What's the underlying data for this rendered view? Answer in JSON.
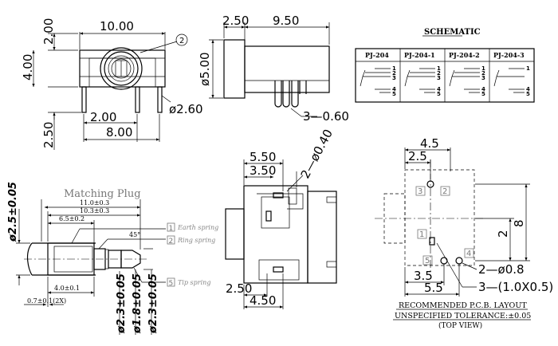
{
  "front_view": {
    "dims": {
      "width_top": "10.00",
      "height_left_top": "2.00",
      "height_left_mid": "4.00",
      "height_left_bottom": "2.50",
      "pin_pitch": "2.00",
      "pin_span": "8.00",
      "hole_dia": "ø2.60"
    },
    "callout": "2"
  },
  "side_view": {
    "dims": {
      "front_len": "2.50",
      "body_len": "9.50",
      "dia": "ø5.00",
      "pins": "3—0.60"
    }
  },
  "schematic": {
    "title": "SCHEMATIC",
    "columns": [
      "PJ-204",
      "PJ-204-1",
      "PJ-204-2",
      "PJ-204-3"
    ],
    "pin_labels": [
      [
        "1",
        "2",
        "3",
        "4",
        "5"
      ],
      [
        "1",
        "2",
        "3",
        "4",
        "5"
      ],
      [
        "1",
        "2",
        "3",
        "4",
        "5"
      ],
      [
        "1",
        "4",
        "5"
      ]
    ]
  },
  "top_view": {
    "dims": {
      "width_a": "5.50",
      "width_b": "3.50",
      "hole": "2—ø0.40",
      "bottom_a": "2.50",
      "bottom_b": "4.50"
    }
  },
  "matching_plug": {
    "title": "Matching Plug",
    "dims": {
      "len1": "11.0±0.3",
      "len2": "10.3±0.3",
      "len3": "6.5±0.2",
      "len4": "4.0±0.1",
      "len5": "0.7±0.1(2X)",
      "dia_left": "ø2.5±0.05",
      "dia_b1": "ø2.3±0.05",
      "dia_b2": "ø1.8±0.05",
      "dia_b3": "ø2.3±0.05",
      "angle": "45°"
    },
    "labels": [
      {
        "no": "1",
        "text": "Earth spring"
      },
      {
        "no": "2",
        "text": "Ring spring"
      },
      {
        "no": "5",
        "text": "Tip spring"
      }
    ]
  },
  "pcb_layout": {
    "dims": {
      "top_a": "4.5",
      "top_b": "2.5",
      "right_a": "2",
      "right_b": "8",
      "bottom_a": "3.5",
      "bottom_b": "5.5",
      "hole_a": "2—ø0.8",
      "slot": "3—(1.0X0.5)"
    },
    "pin_labels": [
      "3",
      "2",
      "1",
      "5",
      "4"
    ],
    "caption_1": "RECOMMENDED P.C.B. LAYOUT",
    "caption_2": "UNSPECIFIED TOLERANCE:±0.05",
    "caption_3": "(TOP VIEW)"
  }
}
